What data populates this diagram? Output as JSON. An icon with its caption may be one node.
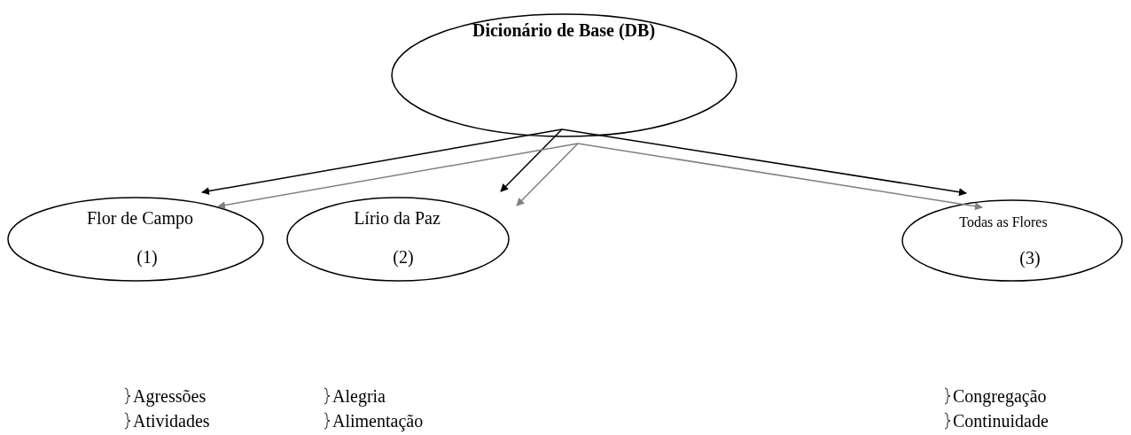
{
  "diagram": {
    "nodes": [
      {
        "text": [
          "Dicionário de Base (DB)"
        ]
      },
      {
        "text": [
          "Flor de Campo",
          "(1)"
        ]
      },
      {
        "text": [
          "Lírio da Paz",
          "(2)"
        ]
      },
      {
        "text": [
          "Todas as Flores",
          "(3)"
        ]
      }
    ],
    "edges": [
      {
        "from": 0,
        "to": 1,
        "arrow": "to"
      },
      {
        "from": 0,
        "to": 2,
        "arrow": "to"
      },
      {
        "from": 0,
        "to": 3,
        "arrow": "to"
      },
      {
        "from": 0,
        "to": 1,
        "arrow": "to",
        "color": "#808080"
      },
      {
        "from": 0,
        "to": 2,
        "arrow": "to",
        "color": "#808080"
      },
      {
        "from": 0,
        "to": 3,
        "arrow": "to",
        "color": "#808080"
      }
    ],
    "labels": [
      "Agressões",
      "Alegria",
      "Congregação",
      "Atividades",
      "Alimentação",
      "Continuidade"
    ]
  }
}
